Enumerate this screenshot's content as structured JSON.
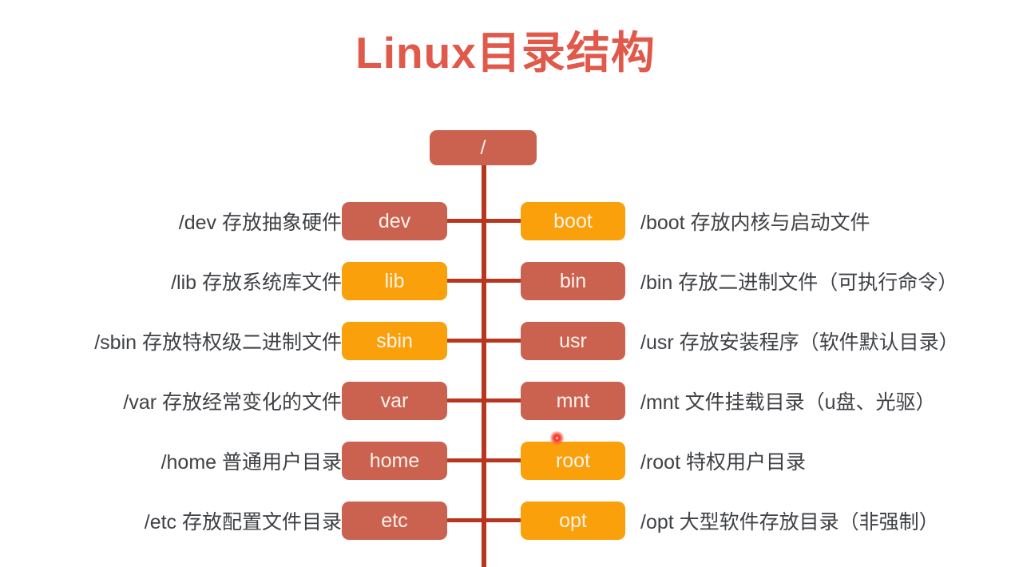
{
  "page": {
    "title": "Linux目录结构",
    "title_color": "#e1594b",
    "background": "#ffffff"
  },
  "theme": {
    "node_red": "#cb6250",
    "node_orange": "#f9a00b",
    "line_color": "#b8361d",
    "node_text_color": "#fdf3ea",
    "label_text_color": "#3f4145"
  },
  "tree": {
    "root": {
      "label": "/",
      "color": "red"
    },
    "rows": [
      {
        "left_label": "/dev 存放抽象硬件",
        "left_node": "dev",
        "left_color": "red",
        "right_node": "boot",
        "right_color": "orange",
        "right_label": "/boot 存放内核与启动文件"
      },
      {
        "left_label": "/lib 存放系统库文件",
        "left_node": "lib",
        "left_color": "orange",
        "right_node": "bin",
        "right_color": "red",
        "right_label": "/bin 存放二进制文件（可执行命令）"
      },
      {
        "left_label": "/sbin 存放特权级二进制文件",
        "left_node": "sbin",
        "left_color": "orange",
        "right_node": "usr",
        "right_color": "red",
        "right_label": "/usr 存放安装程序（软件默认目录）"
      },
      {
        "left_label": "/var 存放经常变化的文件",
        "left_node": "var",
        "left_color": "red",
        "right_node": "mnt",
        "right_color": "red",
        "right_label": "/mnt 文件挂载目录（u盘、光驱）"
      },
      {
        "left_label": "/home 普通用户目录",
        "left_node": "home",
        "left_color": "red",
        "right_node": "root",
        "right_color": "orange",
        "right_label": "/root 特权用户目录"
      },
      {
        "left_label": "/etc 存放配置文件目录",
        "left_node": "etc",
        "left_color": "red",
        "right_node": "opt",
        "right_color": "orange",
        "right_label": "/opt 大型软件存放目录（非强制）"
      }
    ]
  },
  "cursor": {
    "marker": "click-indicator-dot",
    "target_node": "root"
  }
}
